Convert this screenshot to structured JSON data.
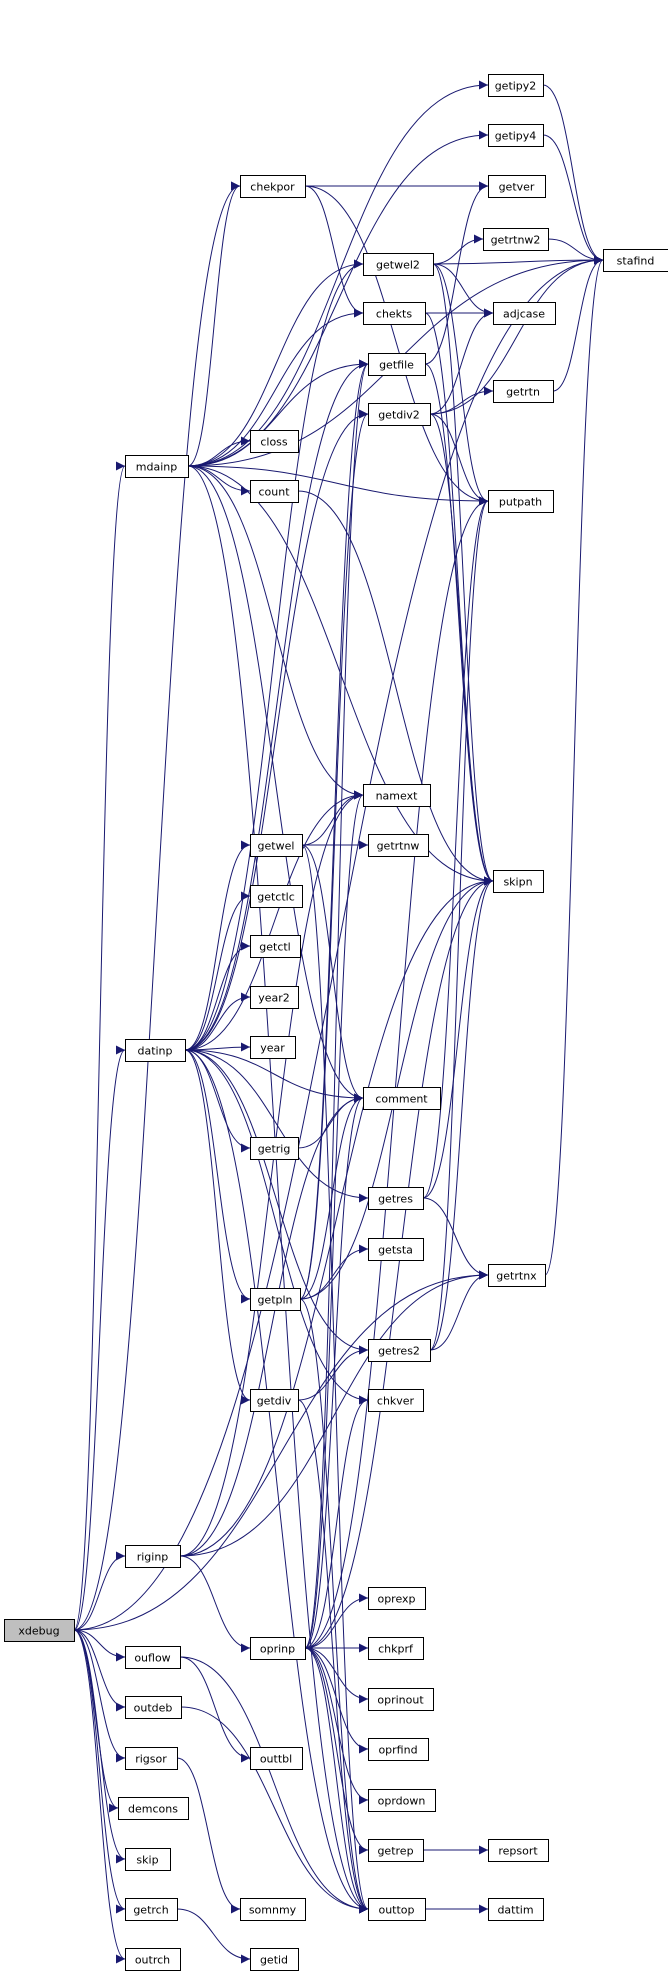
{
  "graph": {
    "root": "xdebug",
    "nodes": [
      {
        "id": "xdebug",
        "label": "xdebug"
      },
      {
        "id": "mdainp",
        "label": "mdainp"
      },
      {
        "id": "datinp",
        "label": "datinp"
      },
      {
        "id": "riginp",
        "label": "riginp"
      },
      {
        "id": "ouflow",
        "label": "ouflow"
      },
      {
        "id": "outdeb",
        "label": "outdeb"
      },
      {
        "id": "rigsor",
        "label": "rigsor"
      },
      {
        "id": "demcons",
        "label": "demcons"
      },
      {
        "id": "skip",
        "label": "skip"
      },
      {
        "id": "getrch",
        "label": "getrch"
      },
      {
        "id": "outrch",
        "label": "outrch"
      },
      {
        "id": "chekpor",
        "label": "chekpor"
      },
      {
        "id": "closs",
        "label": "closs"
      },
      {
        "id": "count",
        "label": "count"
      },
      {
        "id": "getwel",
        "label": "getwel"
      },
      {
        "id": "getctlc",
        "label": "getctlc"
      },
      {
        "id": "getctl",
        "label": "getctl"
      },
      {
        "id": "year2",
        "label": "year2"
      },
      {
        "id": "year",
        "label": "year"
      },
      {
        "id": "getrig",
        "label": "getrig"
      },
      {
        "id": "getpln",
        "label": "getpln"
      },
      {
        "id": "getdiv",
        "label": "getdiv"
      },
      {
        "id": "oprinp",
        "label": "oprinp"
      },
      {
        "id": "outtbl",
        "label": "outtbl"
      },
      {
        "id": "somnmy",
        "label": "somnmy"
      },
      {
        "id": "getid",
        "label": "getid"
      },
      {
        "id": "getwel2",
        "label": "getwel2"
      },
      {
        "id": "chekts",
        "label": "chekts"
      },
      {
        "id": "getfile",
        "label": "getfile"
      },
      {
        "id": "getdiv2",
        "label": "getdiv2"
      },
      {
        "id": "namext",
        "label": "namext"
      },
      {
        "id": "getrtnw",
        "label": "getrtnw"
      },
      {
        "id": "comment",
        "label": "comment"
      },
      {
        "id": "getres",
        "label": "getres"
      },
      {
        "id": "getsta",
        "label": "getsta"
      },
      {
        "id": "getres2",
        "label": "getres2"
      },
      {
        "id": "chkver",
        "label": "chkver"
      },
      {
        "id": "oprexp",
        "label": "oprexp"
      },
      {
        "id": "chkprf",
        "label": "chkprf"
      },
      {
        "id": "oprinout",
        "label": "oprinout"
      },
      {
        "id": "oprfind",
        "label": "oprfind"
      },
      {
        "id": "oprdown",
        "label": "oprdown"
      },
      {
        "id": "getrep",
        "label": "getrep"
      },
      {
        "id": "outtop",
        "label": "outtop"
      },
      {
        "id": "getipy2",
        "label": "getipy2"
      },
      {
        "id": "getipy4",
        "label": "getipy4"
      },
      {
        "id": "getver",
        "label": "getver"
      },
      {
        "id": "getrtnw2",
        "label": "getrtnw2"
      },
      {
        "id": "adjcase",
        "label": "adjcase"
      },
      {
        "id": "getrtn",
        "label": "getrtn"
      },
      {
        "id": "putpath",
        "label": "putpath"
      },
      {
        "id": "skipn",
        "label": "skipn"
      },
      {
        "id": "getrtnx",
        "label": "getrtnx"
      },
      {
        "id": "repsort",
        "label": "repsort"
      },
      {
        "id": "dattim",
        "label": "dattim"
      },
      {
        "id": "stafind",
        "label": "stafind"
      }
    ],
    "edges": [
      [
        "xdebug",
        "mdainp"
      ],
      [
        "xdebug",
        "datinp"
      ],
      [
        "xdebug",
        "riginp"
      ],
      [
        "xdebug",
        "ouflow"
      ],
      [
        "xdebug",
        "outdeb"
      ],
      [
        "xdebug",
        "rigsor"
      ],
      [
        "xdebug",
        "demcons"
      ],
      [
        "xdebug",
        "skip"
      ],
      [
        "xdebug",
        "getrch"
      ],
      [
        "xdebug",
        "outrch"
      ],
      [
        "xdebug",
        "chekpor"
      ],
      [
        "xdebug",
        "stafind"
      ],
      [
        "xdebug",
        "getrtnx"
      ],
      [
        "mdainp",
        "chekpor"
      ],
      [
        "mdainp",
        "closs"
      ],
      [
        "mdainp",
        "count"
      ],
      [
        "mdainp",
        "getipy2"
      ],
      [
        "mdainp",
        "getipy4"
      ],
      [
        "mdainp",
        "getwel2"
      ],
      [
        "mdainp",
        "chekts"
      ],
      [
        "mdainp",
        "getfile"
      ],
      [
        "mdainp",
        "putpath"
      ],
      [
        "mdainp",
        "namext"
      ],
      [
        "mdainp",
        "skipn"
      ],
      [
        "mdainp",
        "comment"
      ],
      [
        "mdainp",
        "stafind"
      ],
      [
        "mdainp",
        "outtop"
      ],
      [
        "datinp",
        "getwel"
      ],
      [
        "datinp",
        "getctlc"
      ],
      [
        "datinp",
        "getctl"
      ],
      [
        "datinp",
        "year2"
      ],
      [
        "datinp",
        "year"
      ],
      [
        "datinp",
        "getrig"
      ],
      [
        "datinp",
        "getpln"
      ],
      [
        "datinp",
        "getdiv"
      ],
      [
        "datinp",
        "comment"
      ],
      [
        "datinp",
        "getres"
      ],
      [
        "datinp",
        "namext"
      ],
      [
        "datinp",
        "getres2"
      ],
      [
        "datinp",
        "chkver"
      ],
      [
        "datinp",
        "getfile"
      ],
      [
        "datinp",
        "getwel2"
      ],
      [
        "datinp",
        "getdiv2"
      ],
      [
        "datinp",
        "outtop"
      ],
      [
        "riginp",
        "oprinp"
      ],
      [
        "riginp",
        "comment"
      ],
      [
        "riginp",
        "namext"
      ],
      [
        "riginp",
        "getrtnx"
      ],
      [
        "riginp",
        "skipn"
      ],
      [
        "ouflow",
        "outtbl"
      ],
      [
        "ouflow",
        "outtop"
      ],
      [
        "outdeb",
        "outtop"
      ],
      [
        "rigsor",
        "somnmy"
      ],
      [
        "getrch",
        "getid"
      ],
      [
        "chekpor",
        "getver"
      ],
      [
        "chekpor",
        "chekts"
      ],
      [
        "chekpor",
        "putpath"
      ],
      [
        "count",
        "skipn"
      ],
      [
        "getwel",
        "namext"
      ],
      [
        "getwel",
        "getrtnw"
      ],
      [
        "getwel",
        "comment"
      ],
      [
        "getwel",
        "outtop"
      ],
      [
        "getrig",
        "comment"
      ],
      [
        "getpln",
        "getsta"
      ],
      [
        "getpln",
        "getfile"
      ],
      [
        "getpln",
        "getdiv2"
      ],
      [
        "getpln",
        "skipn"
      ],
      [
        "getpln",
        "comment"
      ],
      [
        "getpln",
        "outtop"
      ],
      [
        "getdiv",
        "getres2"
      ],
      [
        "getdiv",
        "outtop"
      ],
      [
        "oprinp",
        "oprexp"
      ],
      [
        "oprinp",
        "chkprf"
      ],
      [
        "oprinp",
        "oprinout"
      ],
      [
        "oprinp",
        "oprfind"
      ],
      [
        "oprinp",
        "oprdown"
      ],
      [
        "oprinp",
        "getrep"
      ],
      [
        "oprinp",
        "outtop"
      ],
      [
        "oprinp",
        "chkver"
      ],
      [
        "oprinp",
        "skipn"
      ],
      [
        "oprinp",
        "putpath"
      ],
      [
        "oprinp",
        "getfile"
      ],
      [
        "oprinp",
        "namext"
      ],
      [
        "oprinp",
        "comment"
      ],
      [
        "getwel2",
        "getrtnw2"
      ],
      [
        "getwel2",
        "stafind"
      ],
      [
        "getwel2",
        "adjcase"
      ],
      [
        "getwel2",
        "putpath"
      ],
      [
        "getwel2",
        "skipn"
      ],
      [
        "chekts",
        "adjcase"
      ],
      [
        "chekts",
        "skipn"
      ],
      [
        "getfile",
        "getver"
      ],
      [
        "getfile",
        "skipn"
      ],
      [
        "getdiv2",
        "getrtn"
      ],
      [
        "getdiv2",
        "adjcase"
      ],
      [
        "getdiv2",
        "stafind"
      ],
      [
        "getdiv2",
        "putpath"
      ],
      [
        "getdiv2",
        "skipn"
      ],
      [
        "getres",
        "getrtnx"
      ],
      [
        "getres",
        "skipn"
      ],
      [
        "getres",
        "putpath"
      ],
      [
        "getres2",
        "getrtnx"
      ],
      [
        "getres2",
        "skipn"
      ],
      [
        "getres2",
        "putpath"
      ],
      [
        "getrep",
        "repsort"
      ],
      [
        "outtop",
        "dattim"
      ],
      [
        "getipy2",
        "stafind"
      ],
      [
        "getipy4",
        "stafind"
      ],
      [
        "getrtnw2",
        "stafind"
      ],
      [
        "getrtn",
        "stafind"
      ],
      [
        "getrtnx",
        "stafind"
      ]
    ]
  }
}
